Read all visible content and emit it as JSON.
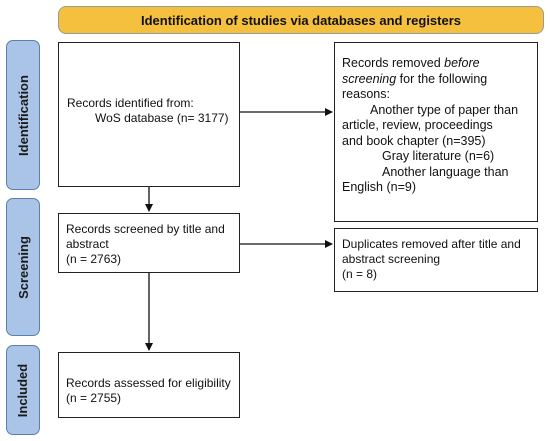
{
  "banner": {
    "title": "Identification of studies via databases and registers"
  },
  "stages": {
    "identification": "Identification",
    "screening": "Screening",
    "included": "Included"
  },
  "boxes": {
    "records_identified": {
      "line1": "Records identified from:",
      "line2": "WoS database (n= 3177)"
    },
    "records_removed": {
      "line1": "Records removed ",
      "line1_em": "before",
      "line2_em": "screening",
      "line2": " for the following",
      "line3": "reasons:",
      "line4": "Another type of paper than",
      "line5": "article, review, proceedings",
      "line6": "and book chapter (n=395)",
      "line7": "Gray literature (n=6)",
      "line8": "Another language than",
      "line9": "English (n=9)"
    },
    "records_screened": {
      "line1": "Records screened by title and",
      "line2": "abstract",
      "line3": "(n = 2763)"
    },
    "duplicates_removed": {
      "line1": "Duplicates removed after title and",
      "line2": "abstract screening",
      "line3": "(n = 8)"
    },
    "records_assessed": {
      "line1": "Records assessed for eligibility",
      "line2": "(n = 2755)"
    }
  }
}
